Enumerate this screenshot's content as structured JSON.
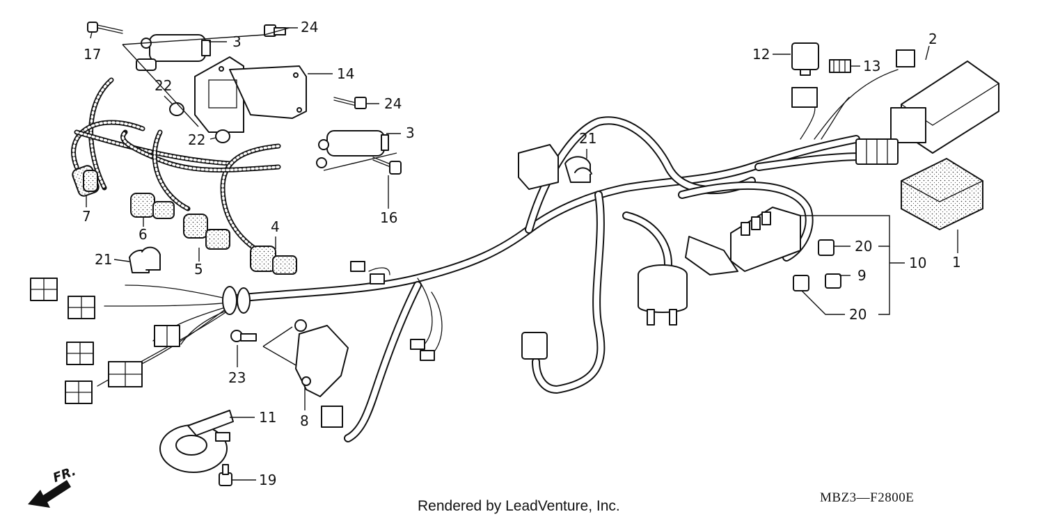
{
  "diagram": {
    "callouts": {
      "p1": "1",
      "p2": "2",
      "p3a": "3",
      "p3b": "3",
      "p4": "4",
      "p5": "5",
      "p6": "6",
      "p7": "7",
      "p8": "8",
      "p9": "9",
      "p10": "10",
      "p11": "11",
      "p12": "12",
      "p13": "13",
      "p14": "14",
      "p16": "16",
      "p17": "17",
      "p19": "19",
      "p20a": "20",
      "p20b": "20",
      "p21a": "21",
      "p21b": "21",
      "p22a": "22",
      "p22b": "22",
      "p23": "23",
      "p24a": "24",
      "p24b": "24"
    },
    "direction_label": "FR.",
    "footer_text": "Rendered by LeadVenture, Inc.",
    "diagram_code": "MBZ3—F2800E"
  }
}
